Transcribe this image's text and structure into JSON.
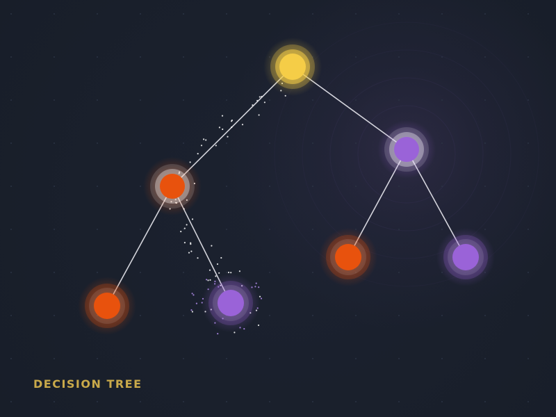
{
  "caption": "DECISION TREE",
  "colors": {
    "background": "#1a202c",
    "root": "#f5cd47",
    "orange": "#e8520d",
    "purple": "#9a63d8",
    "edge": "#e8e8ee",
    "caption": "#c9a94a"
  },
  "tree": {
    "nodes": [
      {
        "id": "root",
        "color": "root",
        "state": "active"
      },
      {
        "id": "left",
        "color": "orange",
        "state": "selected"
      },
      {
        "id": "right",
        "color": "purple",
        "state": "selected"
      },
      {
        "id": "left-left",
        "color": "orange",
        "state": "leaf"
      },
      {
        "id": "left-right",
        "color": "purple",
        "state": "leaf-highlighted"
      },
      {
        "id": "right-left",
        "color": "orange",
        "state": "leaf"
      },
      {
        "id": "right-right",
        "color": "purple",
        "state": "leaf"
      }
    ],
    "edges": [
      {
        "from": "root",
        "to": "left"
      },
      {
        "from": "root",
        "to": "right"
      },
      {
        "from": "left",
        "to": "left-left"
      },
      {
        "from": "left",
        "to": "left-right"
      },
      {
        "from": "right",
        "to": "right-left"
      },
      {
        "from": "right",
        "to": "right-right"
      }
    ],
    "active_path": [
      "root",
      "left",
      "left-right"
    ]
  }
}
